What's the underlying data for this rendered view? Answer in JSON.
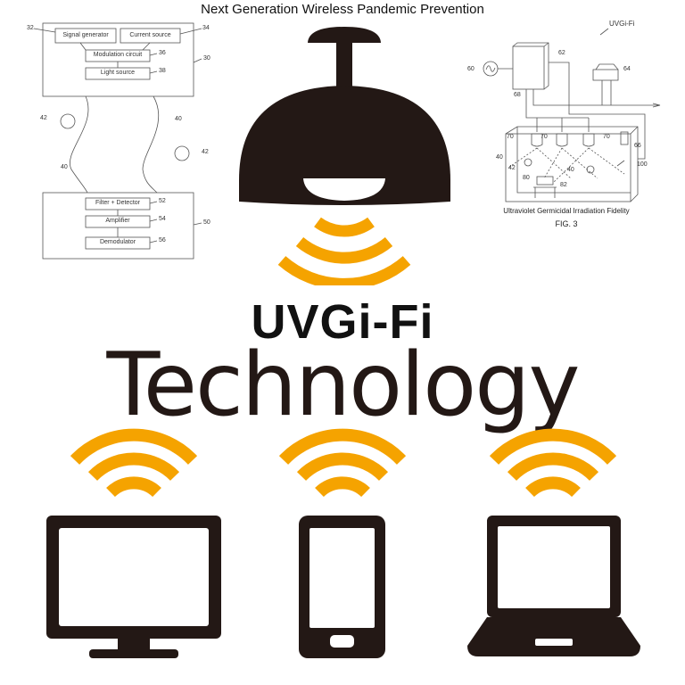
{
  "title": "Next Generation Wireless Pandemic Prevention",
  "brand": "UVGi-Fi",
  "subtitle": "Technology",
  "colors": {
    "accent": "#f5a300",
    "dark": "#231815"
  },
  "left_diagram": {
    "transmitter": {
      "ref": "30",
      "blocks": [
        {
          "label": "Signal generator",
          "ref": "32"
        },
        {
          "label": "Current source",
          "ref": "34"
        },
        {
          "label": "Modulation circuit",
          "ref": "36"
        },
        {
          "label": "Light source",
          "ref": "38"
        }
      ]
    },
    "signal_refs": [
      "40",
      "40"
    ],
    "pathogen_refs": [
      "42",
      "42"
    ],
    "receiver": {
      "ref": "50",
      "blocks": [
        {
          "label": "Filter + Detector",
          "ref": "52"
        },
        {
          "label": "Amplifier",
          "ref": "54"
        },
        {
          "label": "Demodulator",
          "ref": "56"
        }
      ]
    }
  },
  "right_diagram": {
    "label": "UVGi-Fi",
    "refs": {
      "source": "60",
      "controller": "62",
      "router": "64",
      "panel": "66",
      "wire": "68",
      "lamps": [
        "70",
        "70",
        "70"
      ],
      "light": "40",
      "pathogen": "42",
      "laptop": "80",
      "receiver": "82",
      "light2": "40",
      "room": "100"
    },
    "caption": "Ultraviolet Germicidal Irradiation Fidelity",
    "figure": "FIG. 3"
  }
}
